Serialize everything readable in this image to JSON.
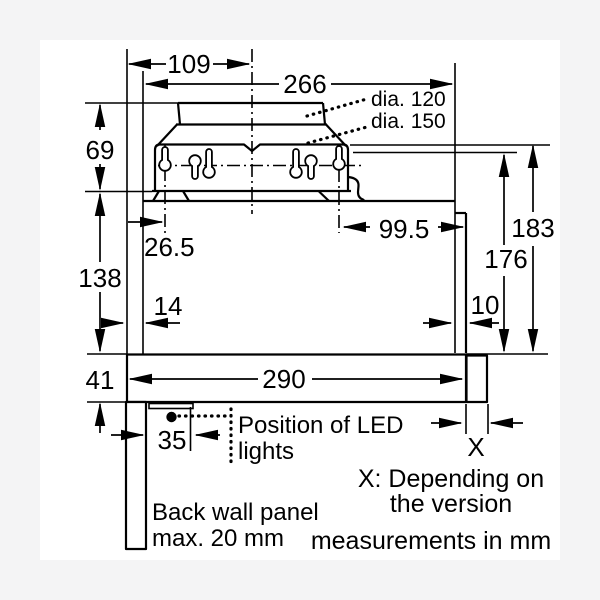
{
  "colors": {
    "background": "#f4f4f5",
    "canvas": "#ffffff",
    "line": "#000000"
  },
  "dims": {
    "d109": "109",
    "d266": "266",
    "d69": "69",
    "d138": "138",
    "d41": "41",
    "d26_5": "26.5",
    "d99_5": "99.5",
    "d176": "176",
    "d183": "183",
    "d14": "14",
    "d10": "10",
    "d290": "290",
    "d35": "35",
    "dX": "X"
  },
  "labels": {
    "dia120": "dia. 120",
    "dia150": "dia. 150",
    "led_line1": "Position of LED",
    "led_line2": "lights",
    "back_wall_line1": "Back wall panel",
    "back_wall_line2": "max. 20 mm",
    "x_note_line1": "X: Depending on",
    "x_note_line2": "the version",
    "units_note": "measurements in mm"
  }
}
